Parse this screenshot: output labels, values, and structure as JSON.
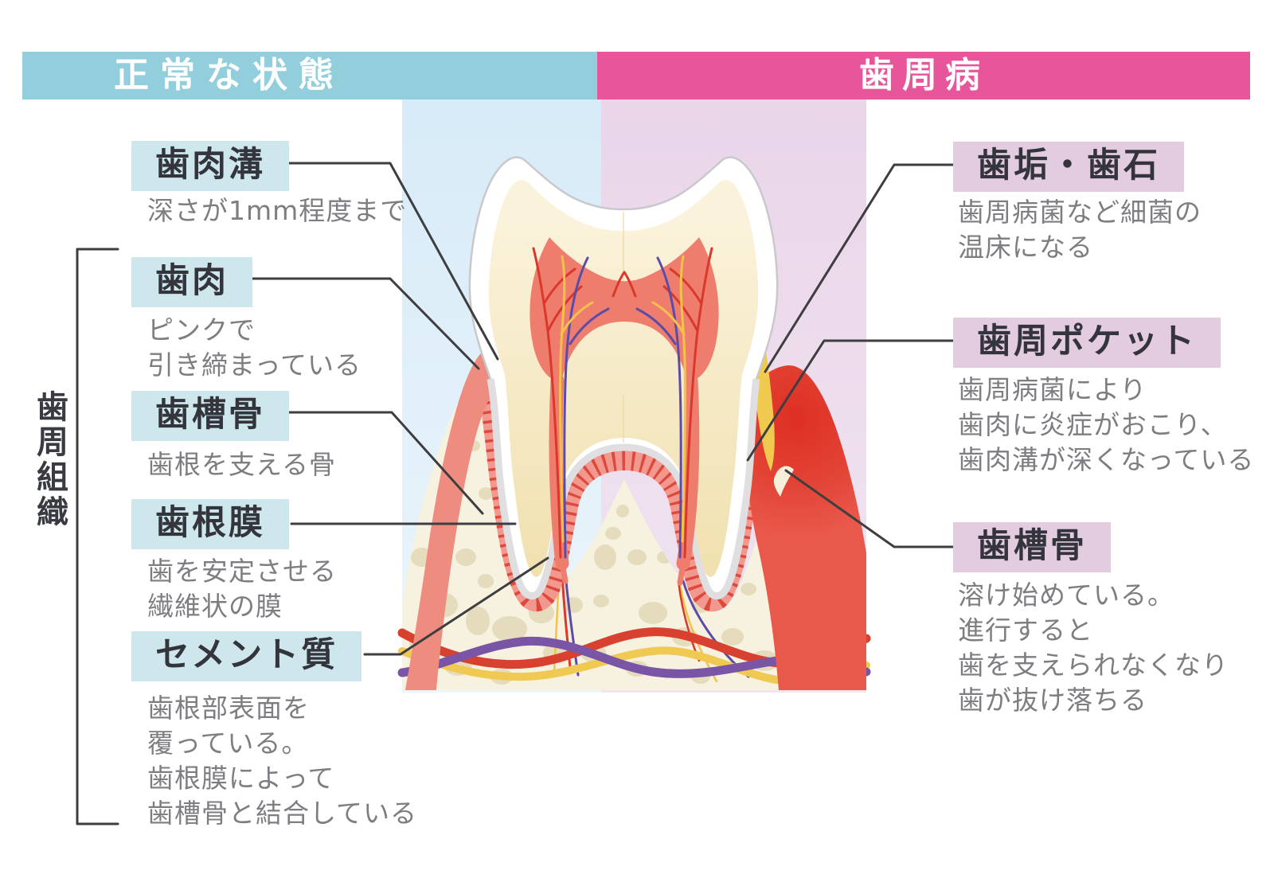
{
  "header": {
    "normal_label": "正常な状態",
    "disease_label": "歯周病"
  },
  "bracket_label": "歯周組織",
  "left_labels": [
    {
      "title": "歯肉溝",
      "desc": "深さが1mm程度まで"
    },
    {
      "title": "歯肉",
      "desc": "ピンクで\n引き締まっている"
    },
    {
      "title": "歯槽骨",
      "desc": "歯根を支える骨"
    },
    {
      "title": "歯根膜",
      "desc": "歯を安定させる\n繊維状の膜"
    },
    {
      "title": "セメント質",
      "desc": "歯根部表面を\n覆っている。\n歯根膜によって\n歯槽骨と結合している"
    }
  ],
  "right_labels": [
    {
      "title": "歯垢・歯石",
      "desc": "歯周病菌など細菌の\n温床になる"
    },
    {
      "title": "歯周ポケット",
      "desc": "歯周病菌により\n歯肉に炎症がおこり、\n歯肉溝が深くなっている"
    },
    {
      "title": "歯槽骨",
      "desc": "溶け始めている。\n進行すると\n歯を支えられなくなり\n歯が抜け落ちる"
    }
  ],
  "colors": {
    "header_normal_bg": "#93cedd",
    "header_disease_bg": "#e7559a",
    "tag_normal_bg": "#cde7ed",
    "tag_disease_bg": "#e3cbe0",
    "column_normal_bg": "#d7ebf8",
    "column_disease_bg": "#ead5e9",
    "title_text": "#34353c",
    "desc_text": "#7d7d82",
    "leader_line": "#3e3e41",
    "healthy_gum": "#ef8c80",
    "inflamed_gum": "#e2392d",
    "bone": "#f7f1df",
    "bone_spots": "#e4dcbd",
    "pulp": "#ef7d6e",
    "dentin": "#f5e8c4",
    "tartar": "#f0ca4f",
    "vessel_red": "#da382b",
    "vessel_purple": "#5b4ca7",
    "vessel_yellow": "#f3c24a"
  }
}
